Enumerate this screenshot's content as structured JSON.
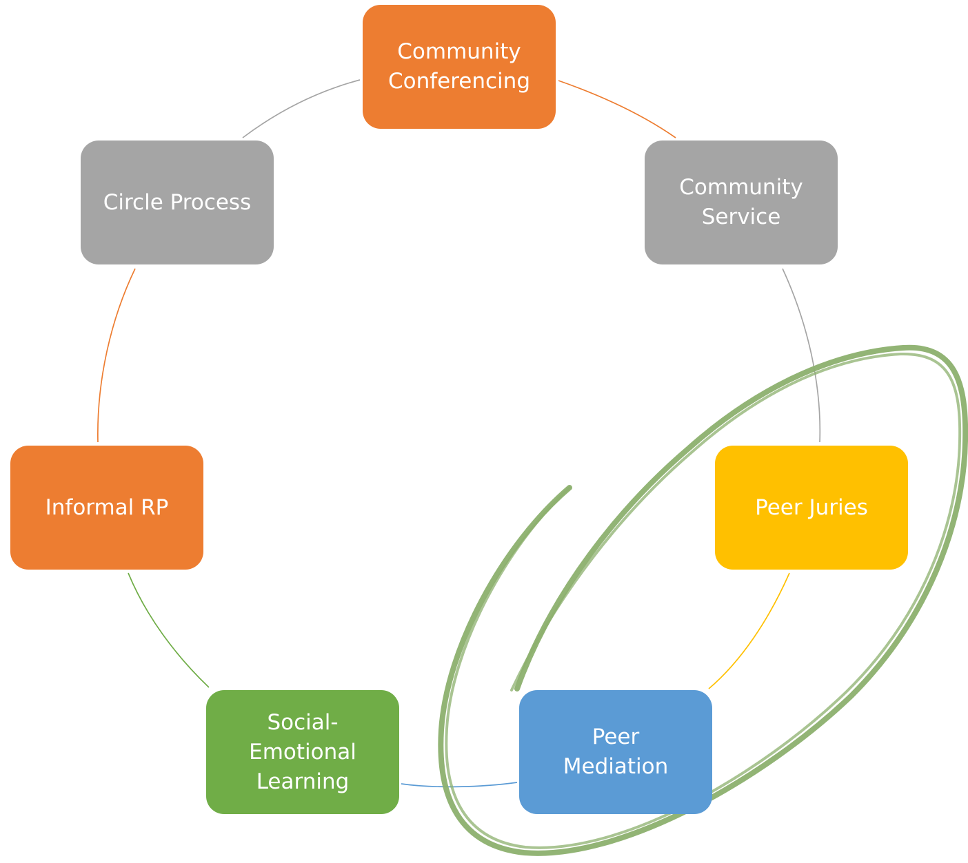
{
  "diagram": {
    "type": "cycle",
    "nodes": [
      {
        "id": "community-conferencing",
        "label": "Community\nConferencing",
        "color": "#ED7D31"
      },
      {
        "id": "community-service",
        "label": "Community\nService",
        "color": "#A5A5A5"
      },
      {
        "id": "peer-juries",
        "label": "Peer Juries",
        "color": "#FFC000"
      },
      {
        "id": "peer-mediation",
        "label": "Peer\nMediation",
        "color": "#5B9BD5"
      },
      {
        "id": "social-emotional-learning",
        "label": "Social-\nEmotional\nLearning",
        "color": "#70AD47"
      },
      {
        "id": "informal-rp",
        "label": "Informal RP",
        "color": "#ED7D31"
      },
      {
        "id": "circle-process",
        "label": "Circle Process",
        "color": "#A5A5A5"
      }
    ],
    "connectors": [
      {
        "from": "community-conferencing",
        "to": "community-service",
        "color": "#ED7D31"
      },
      {
        "from": "community-service",
        "to": "peer-juries",
        "color": "#A5A5A5"
      },
      {
        "from": "peer-juries",
        "to": "peer-mediation",
        "color": "#FFC000"
      },
      {
        "from": "peer-mediation",
        "to": "social-emotional-learning",
        "color": "#5B9BD5"
      },
      {
        "from": "social-emotional-learning",
        "to": "informal-rp",
        "color": "#70AD47"
      },
      {
        "from": "informal-rp",
        "to": "circle-process",
        "color": "#ED7D31"
      },
      {
        "from": "circle-process",
        "to": "community-conferencing",
        "color": "#A5A5A5"
      }
    ],
    "highlight": {
      "type": "hand-drawn-ellipse",
      "color": "#8CB06E",
      "encircles": [
        "peer-juries",
        "peer-mediation"
      ]
    }
  }
}
